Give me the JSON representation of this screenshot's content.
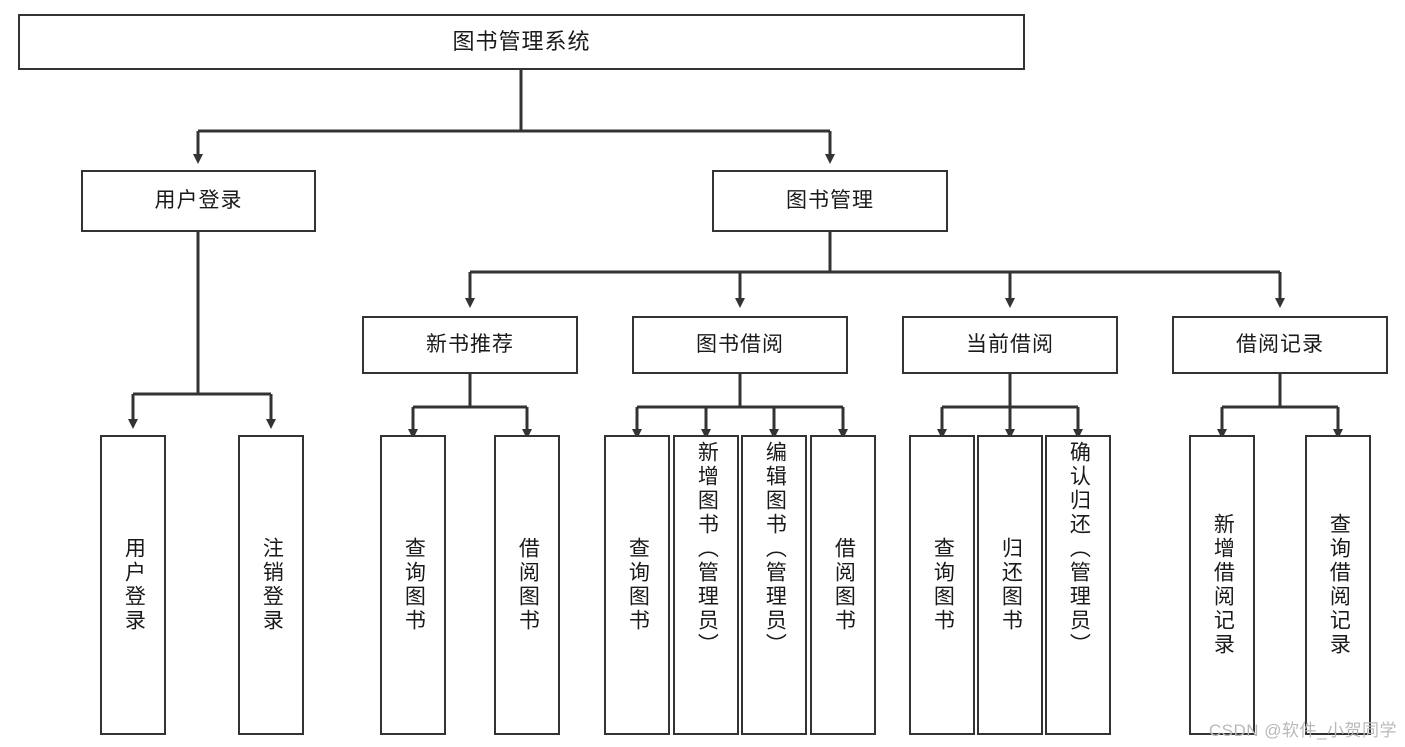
{
  "diagram": {
    "title": "图书管理系统",
    "type": "tree",
    "watermark": "CSDN @软件_小贺同学",
    "colors": {
      "border": "#333333",
      "background": "#ffffff",
      "text": "#1a1a1a",
      "watermark": "#b9b9b9"
    },
    "nodes": {
      "root": {
        "label": "图书管理系统",
        "level": 1
      },
      "level2": [
        {
          "label": "用户登录",
          "level": 2
        },
        {
          "label": "图书管理",
          "level": 2
        }
      ],
      "level3": [
        {
          "label": "新书推荐",
          "level": 3
        },
        {
          "label": "图书借阅",
          "level": 3
        },
        {
          "label": "当前借阅",
          "level": 3
        },
        {
          "label": "借阅记录",
          "level": 3
        }
      ],
      "leaves_user_login": [
        {
          "label": "用户登录"
        },
        {
          "label": "注销登录"
        }
      ],
      "leaves_new_book": [
        {
          "label": "查询图书"
        },
        {
          "label": "借阅图书"
        }
      ],
      "leaves_borrow": [
        {
          "label": "查询图书"
        },
        {
          "label": "新增图书（管理员）"
        },
        {
          "label": "编辑图书（管理员）"
        },
        {
          "label": "借阅图书"
        }
      ],
      "leaves_current": [
        {
          "label": "查询图书"
        },
        {
          "label": "归还图书"
        },
        {
          "label": "确认归还（管理员）"
        }
      ],
      "leaves_records": [
        {
          "label": "新增借阅记录"
        },
        {
          "label": "查询借阅记录"
        }
      ]
    }
  }
}
